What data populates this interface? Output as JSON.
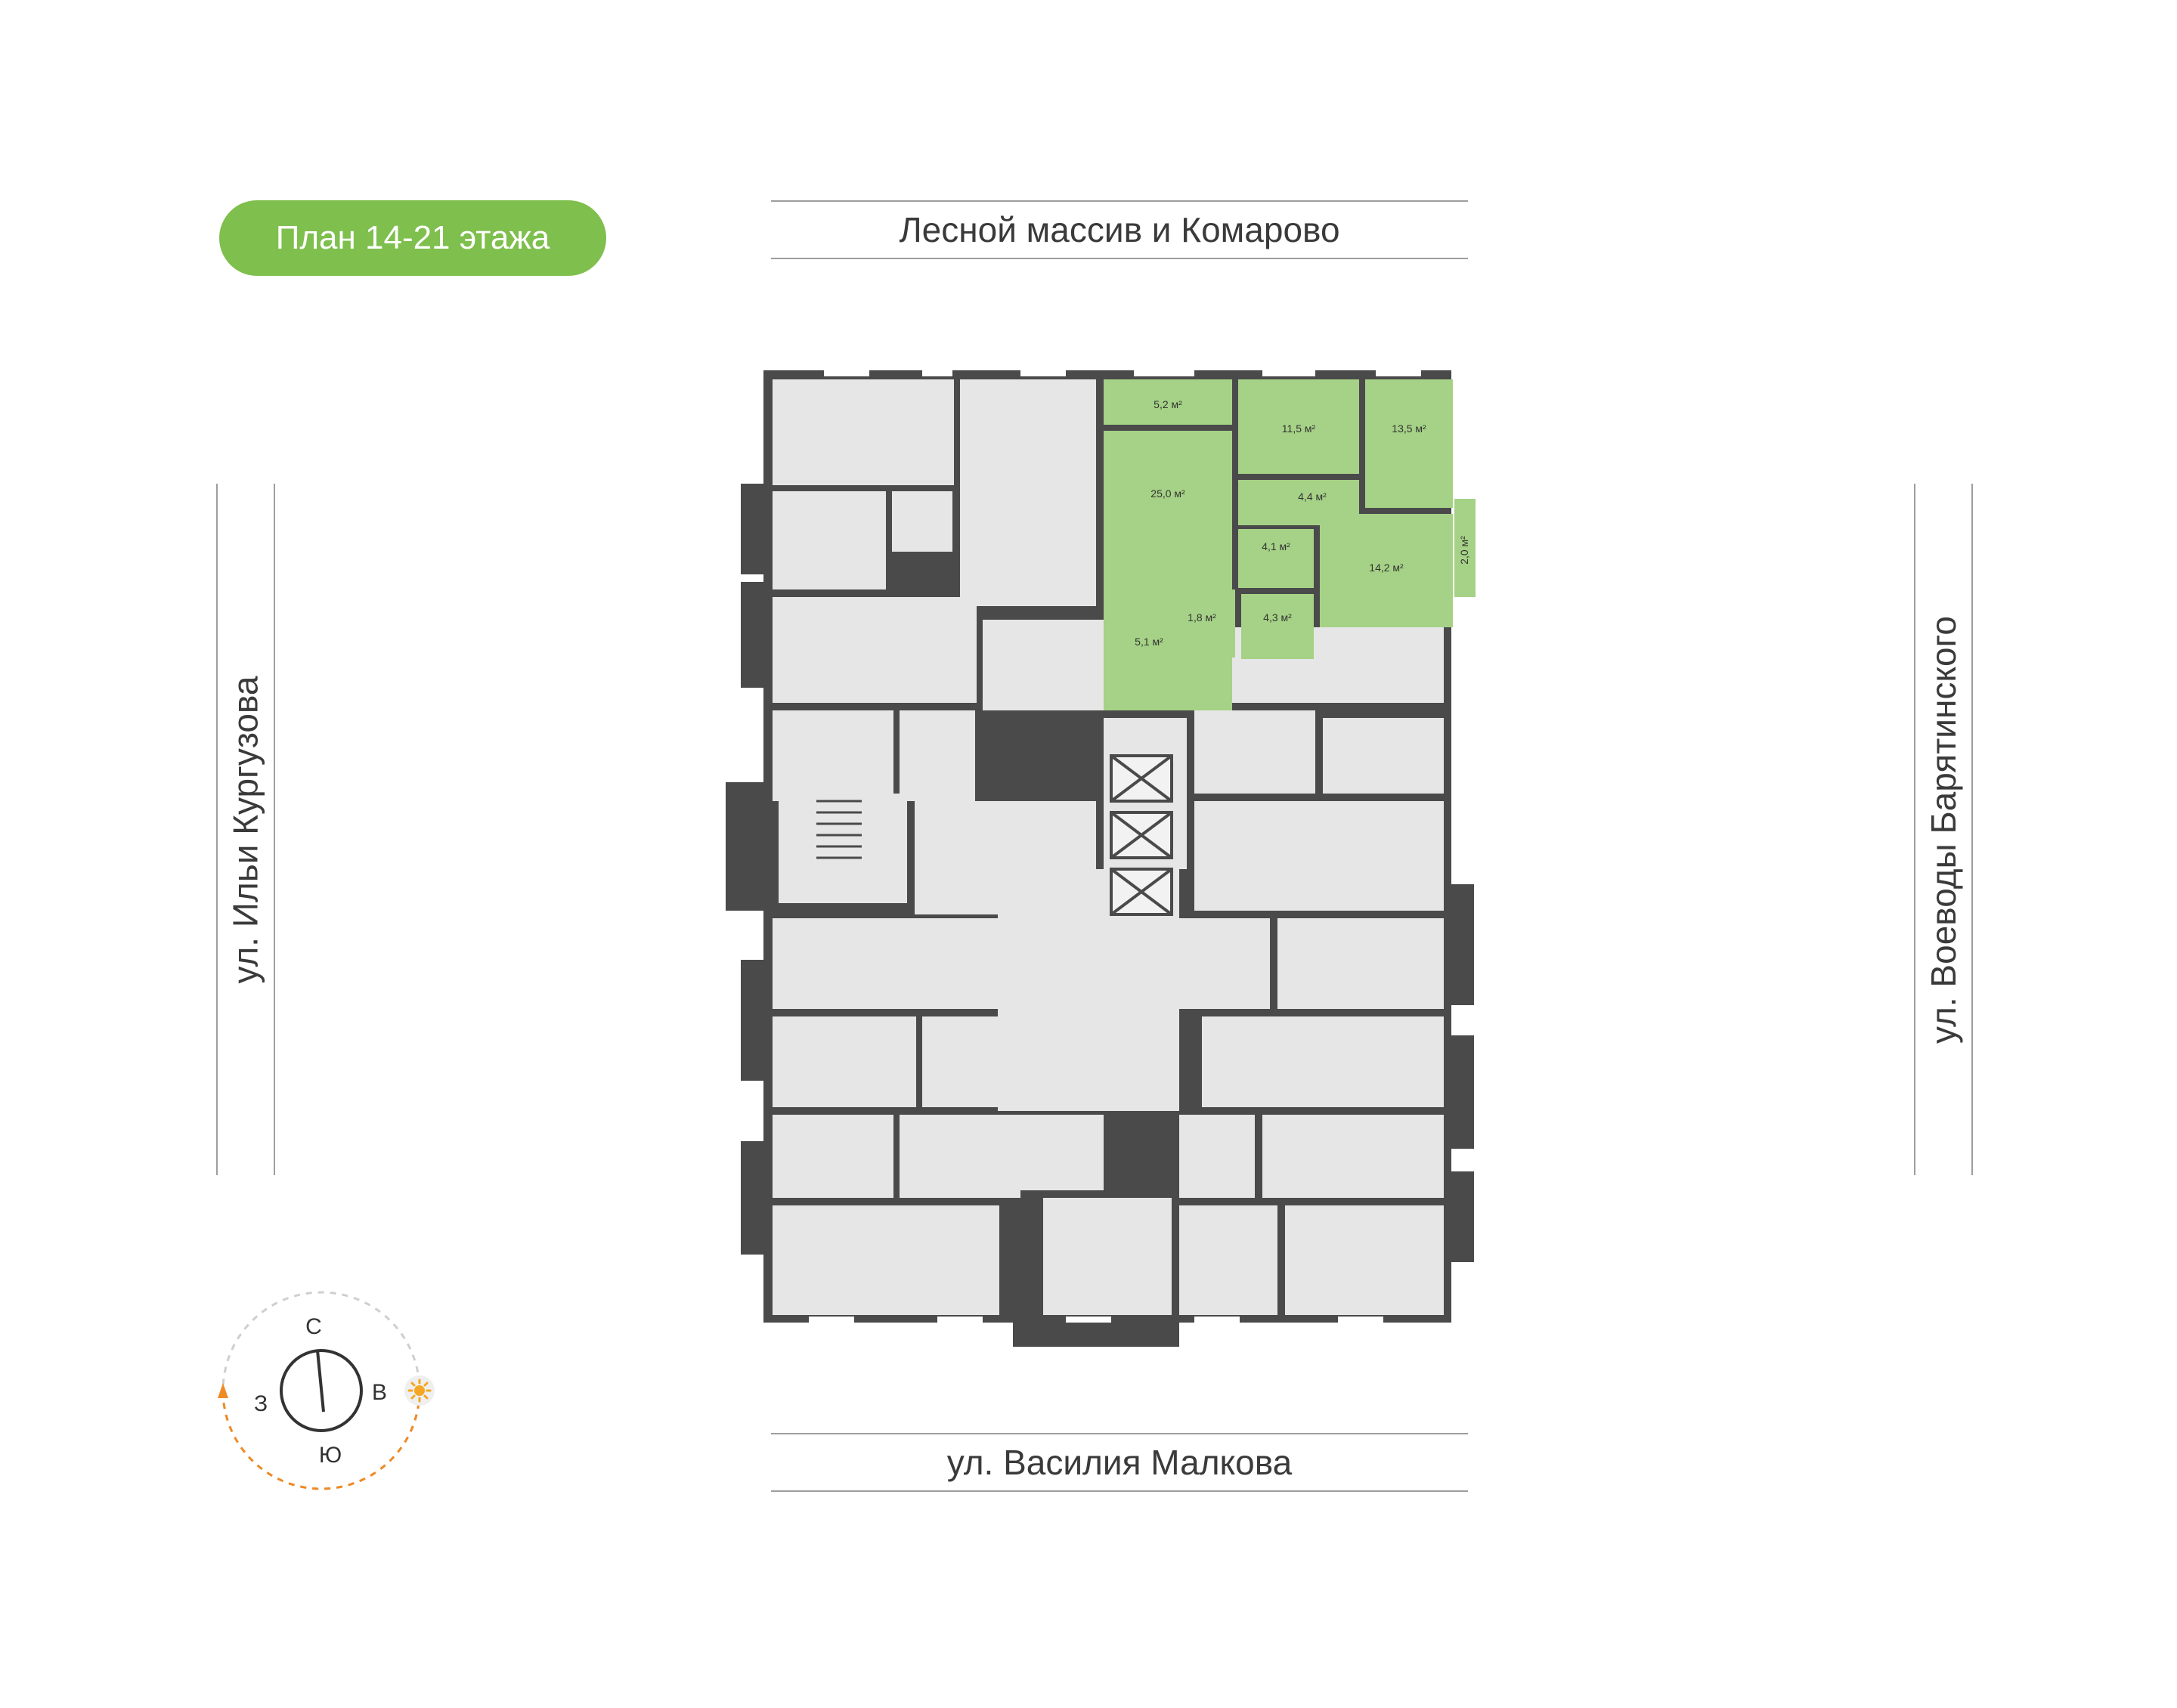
{
  "badge": {
    "label": "План 14-21 этажа",
    "color": "#7fbf4d"
  },
  "streets": {
    "north": "Лесной массив и Комарово",
    "south": "ул. Василия Малкова",
    "west": "ул. Ильи Кургузова",
    "east": "ул. Воеводы Барятинского"
  },
  "apartment": {
    "highlight_color": "#a5d286",
    "rooms": [
      {
        "id": "balcony-top",
        "area": "5,2 м²"
      },
      {
        "id": "room-a",
        "area": "11,5 м²"
      },
      {
        "id": "room-b",
        "area": "13,5 м²"
      },
      {
        "id": "living",
        "area": "25,0 м²"
      },
      {
        "id": "hall-a",
        "area": "4,4 м²"
      },
      {
        "id": "hall-b",
        "area": "4,1 м²"
      },
      {
        "id": "room-c",
        "area": "14,2 м²"
      },
      {
        "id": "balcony-side",
        "area": "2,0 м²"
      },
      {
        "id": "wc",
        "area": "1,8 м²"
      },
      {
        "id": "bath",
        "area": "4,3 м²"
      },
      {
        "id": "hall-c",
        "area": "5,1 м²"
      }
    ]
  },
  "compass": {
    "north": "С",
    "east": "В",
    "south": "Ю",
    "west": "З",
    "sun_color": "#f5a623",
    "arc_color": "#f08a24",
    "sun_icon": "sun-icon"
  },
  "colors": {
    "walls": "#4a4a4a",
    "rooms": "#e6e6e7"
  }
}
